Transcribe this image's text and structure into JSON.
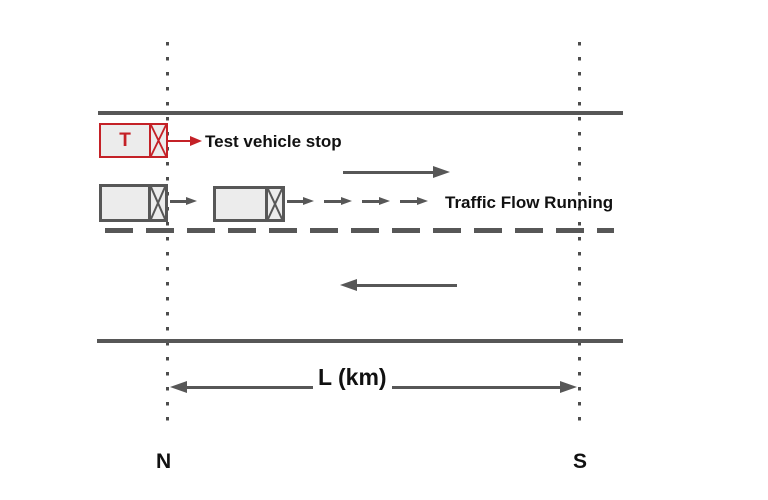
{
  "diagram": {
    "test_vehicle": {
      "letter": "T",
      "caption": "Test vehicle stop"
    },
    "traffic_flow": {
      "caption": "Traffic Flow Running"
    },
    "distance": {
      "label": "L (km)"
    },
    "stations": {
      "north": "N",
      "south": "S"
    },
    "colors": {
      "road_gray": "#575757",
      "dot_gray": "#4d4d4d",
      "vehicle_fill": "#ececec",
      "test_vehicle_red": "#c42127",
      "text_black": "#111111",
      "background": "#ffffff"
    },
    "icons": [
      "vehicle-front-x-icon",
      "right-arrow-icon",
      "left-arrow-icon",
      "double-headed-arrow-icon"
    ]
  }
}
